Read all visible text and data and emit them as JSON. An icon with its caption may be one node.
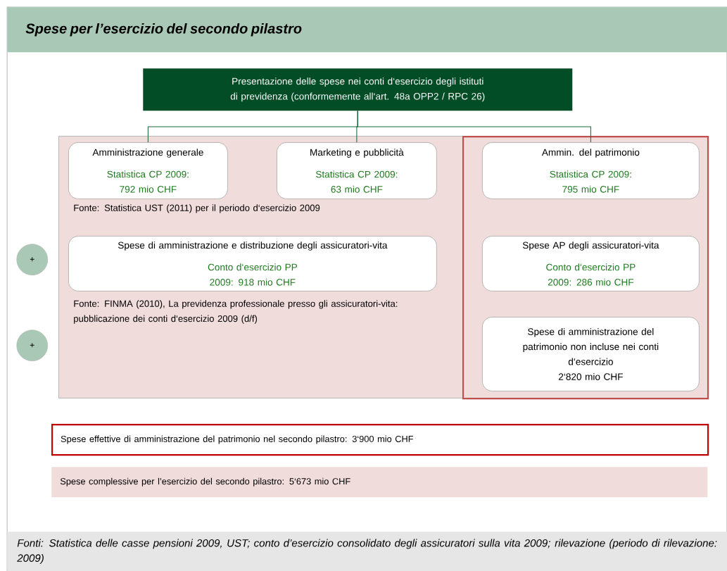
{
  "diagram": {
    "title": "Spese per l’esercizio del secondo pilastro",
    "caption": "Fonti: Statistica delle casse pensioni 2009, UST; conto d’esercizio consolidato degli assicuratori sulla vita 2009; rilevazione (periodo di rilevazione: 2009)",
    "nodes": [
      {
        "text": [
          "Presentazione delle spese nei conti d‘esercizio degli istituti di previdenza (conformemente all‘art. 48a OPP2 / RPC 26)"
        ]
      },
      {
        "text": [],
        "shape": "box"
      },
      {
        "text": [],
        "shape": "box",
        "in": 1
      },
      {
        "text": [
          "Amministrazione generale",
          "Statistica CP 2009: 792 mio CHF"
        ],
        "in": 1
      },
      {
        "text": [
          "Marketing e pubblicità",
          "Statistica CP 2009: 63 mio CHF"
        ],
        "in": 1
      },
      {
        "text": [
          "Ammin. del patrimonio",
          "Statistica CP 2009: 795 mio CHF"
        ],
        "in": 2
      },
      {
        "text": [
          "Spese di amministrazione e distribuzione degli assicuratori-vita",
          "Conto d‘esercizio PP 2009: 918 mio CHF"
        ],
        "in": 1
      },
      {
        "text": [
          "Spese AP degli assicuratori-vita",
          "Conto d‘esercizio PP 2009: 286 mio CHF"
        ],
        "in": 2
      },
      {
        "text": [
          "Spese di amministrazione del patrimonio non incluse nei conti d‘esercizio",
          "2‘820 mio CHF"
        ],
        "in": 2
      },
      {
        "text": [
          "+"
        ]
      },
      {
        "text": [
          "+"
        ]
      },
      {
        "text": [
          "Spese effettive di amministrazione del patrimonio nel secondo pilastro: 3‘900 mio CHF"
        ]
      },
      {
        "text": [
          "Spese complessive per l’esercizio del secondo pilastro: 5‘673 mio CHF"
        ]
      }
    ],
    "edges": [
      {
        "from": 0,
        "to": 3,
        "arrow": "none"
      },
      {
        "from": 0,
        "to": 4,
        "arrow": "none"
      },
      {
        "from": 0,
        "to": 5,
        "arrow": "none"
      }
    ],
    "labels": [
      "Fonte: Statistica UST (2011) per il periodo d‘esercizio 2009",
      "Fonte: FINMA (2010), La previdenza professionale presso gli assicuratori-vita: pubblicazione dei conti d‘esercizio 2009 (d/f)"
    ]
  }
}
